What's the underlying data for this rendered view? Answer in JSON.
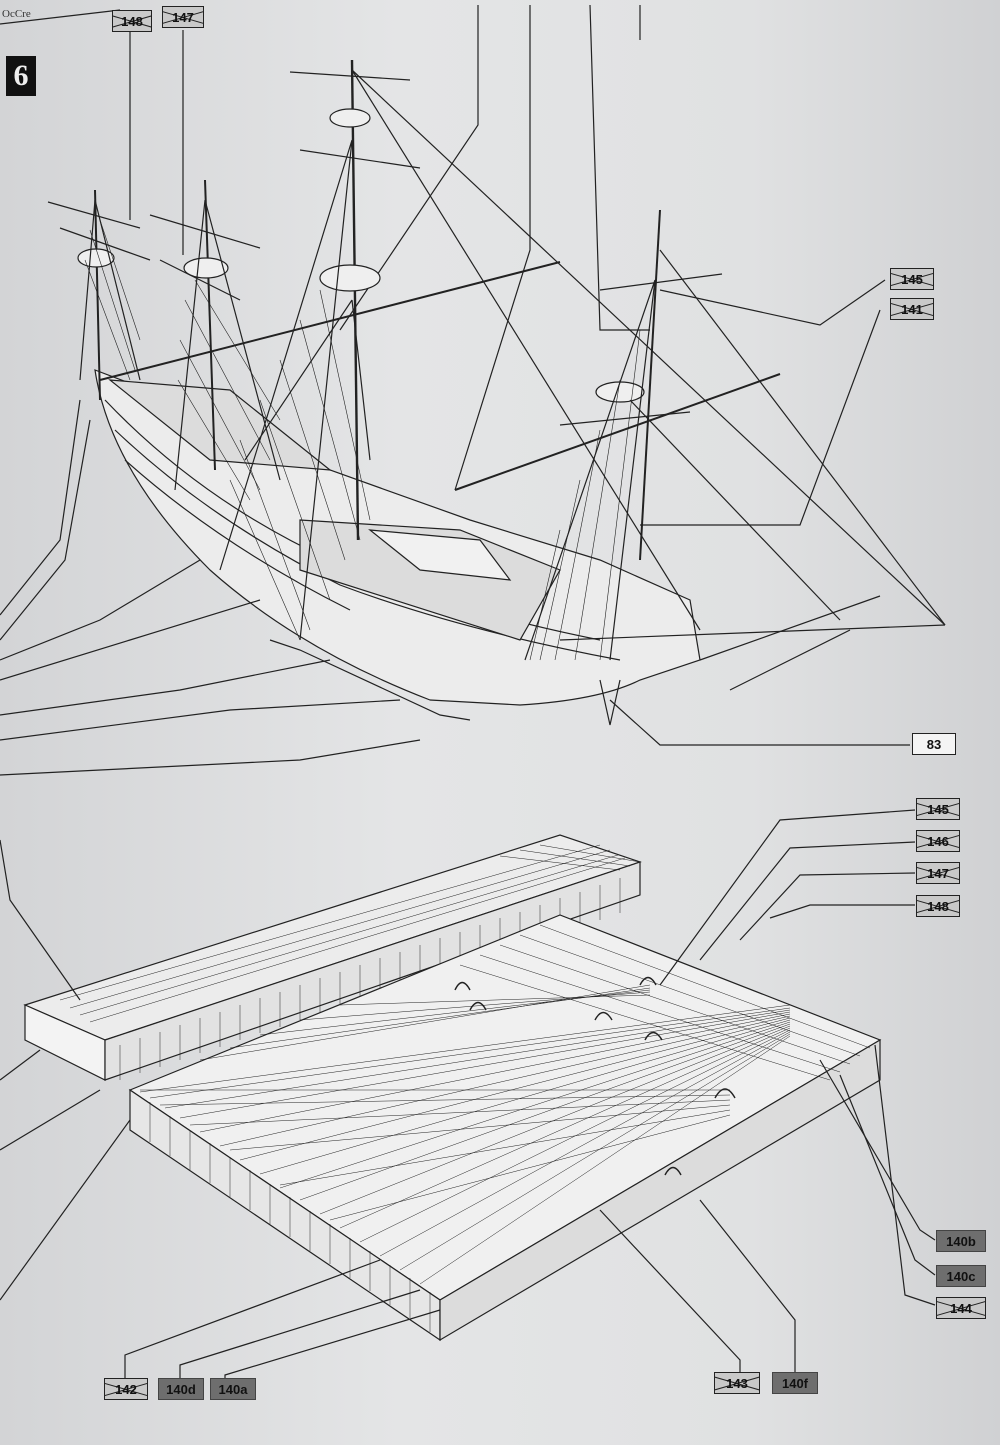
{
  "header": {
    "brand": "OcCre",
    "step_number": "6"
  },
  "labels": {
    "l148_top": "148",
    "l147_top": "147",
    "l145_right": "145",
    "l141_right": "141",
    "l83": "83",
    "l145_mid": "145",
    "l146_mid": "146",
    "l147_mid": "147",
    "l148_mid": "148",
    "l140b": "140b",
    "l140c": "140c",
    "l144": "144",
    "l142": "142",
    "l140d": "140d",
    "l140a": "140a",
    "l143": "143",
    "l140f": "140f"
  },
  "colors": {
    "paper": "#e0e1e2",
    "ink": "#1c1c1c",
    "dark_label": "#6e6e6e"
  }
}
